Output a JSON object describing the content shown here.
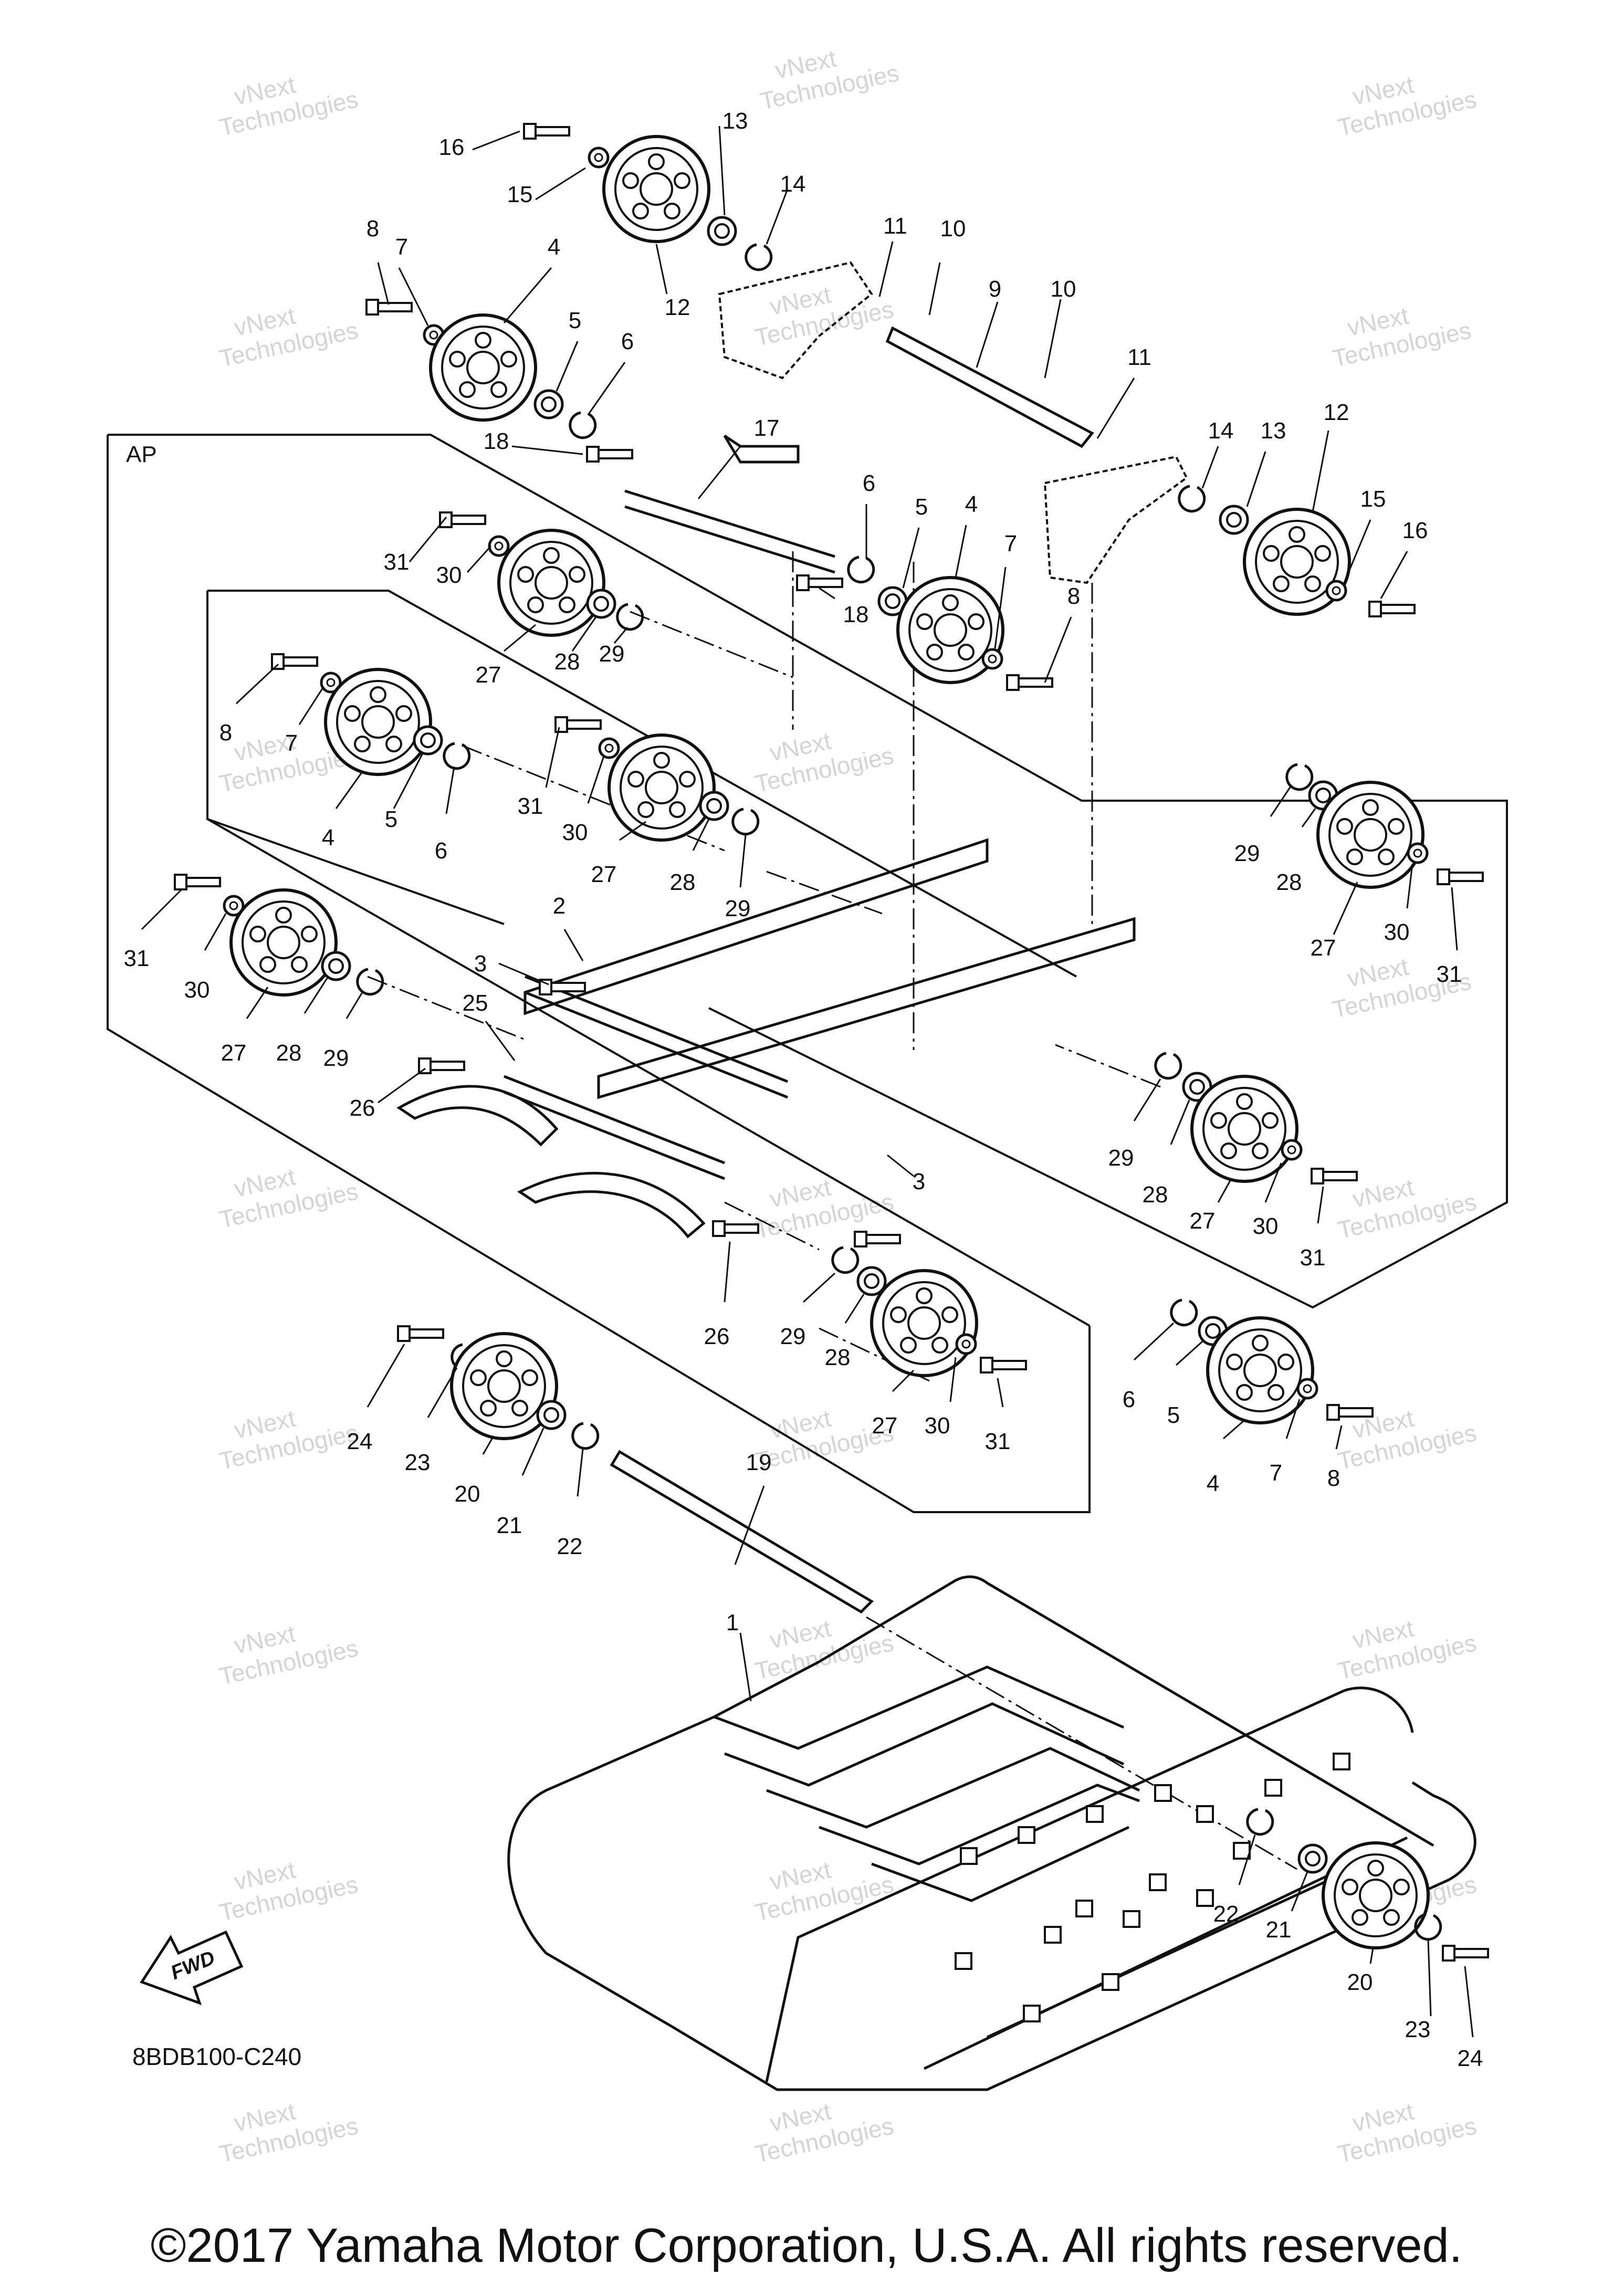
{
  "diagram": {
    "section_label": "AP",
    "fwd_label": "FWD",
    "part_code": "8BDB100-C240",
    "copyright": "©2017 Yamaha Motor Corporation, U.S.A. All rights reserved.",
    "watermark": [
      "vNext",
      "Technologies"
    ],
    "callouts": [
      "16",
      "15",
      "13",
      "14",
      "8",
      "7",
      "4",
      "12",
      "11",
      "10",
      "9",
      "10",
      "5",
      "6",
      "11",
      "14",
      "13",
      "12",
      "15",
      "16",
      "18",
      "17",
      "6",
      "5",
      "4",
      "7",
      "8",
      "18",
      "31",
      "30",
      "27",
      "28",
      "29",
      "8",
      "7",
      "4",
      "5",
      "6",
      "31",
      "30",
      "27",
      "28",
      "29",
      "29",
      "28",
      "27",
      "30",
      "31",
      "31",
      "30",
      "27",
      "28",
      "29",
      "2",
      "3",
      "25",
      "26",
      "3",
      "29",
      "28",
      "27",
      "30",
      "31",
      "26",
      "29",
      "28",
      "27",
      "30",
      "31",
      "6",
      "5",
      "4",
      "7",
      "8",
      "24",
      "23",
      "20",
      "21",
      "22",
      "19",
      "1",
      "22",
      "21",
      "20",
      "23",
      "24"
    ]
  }
}
